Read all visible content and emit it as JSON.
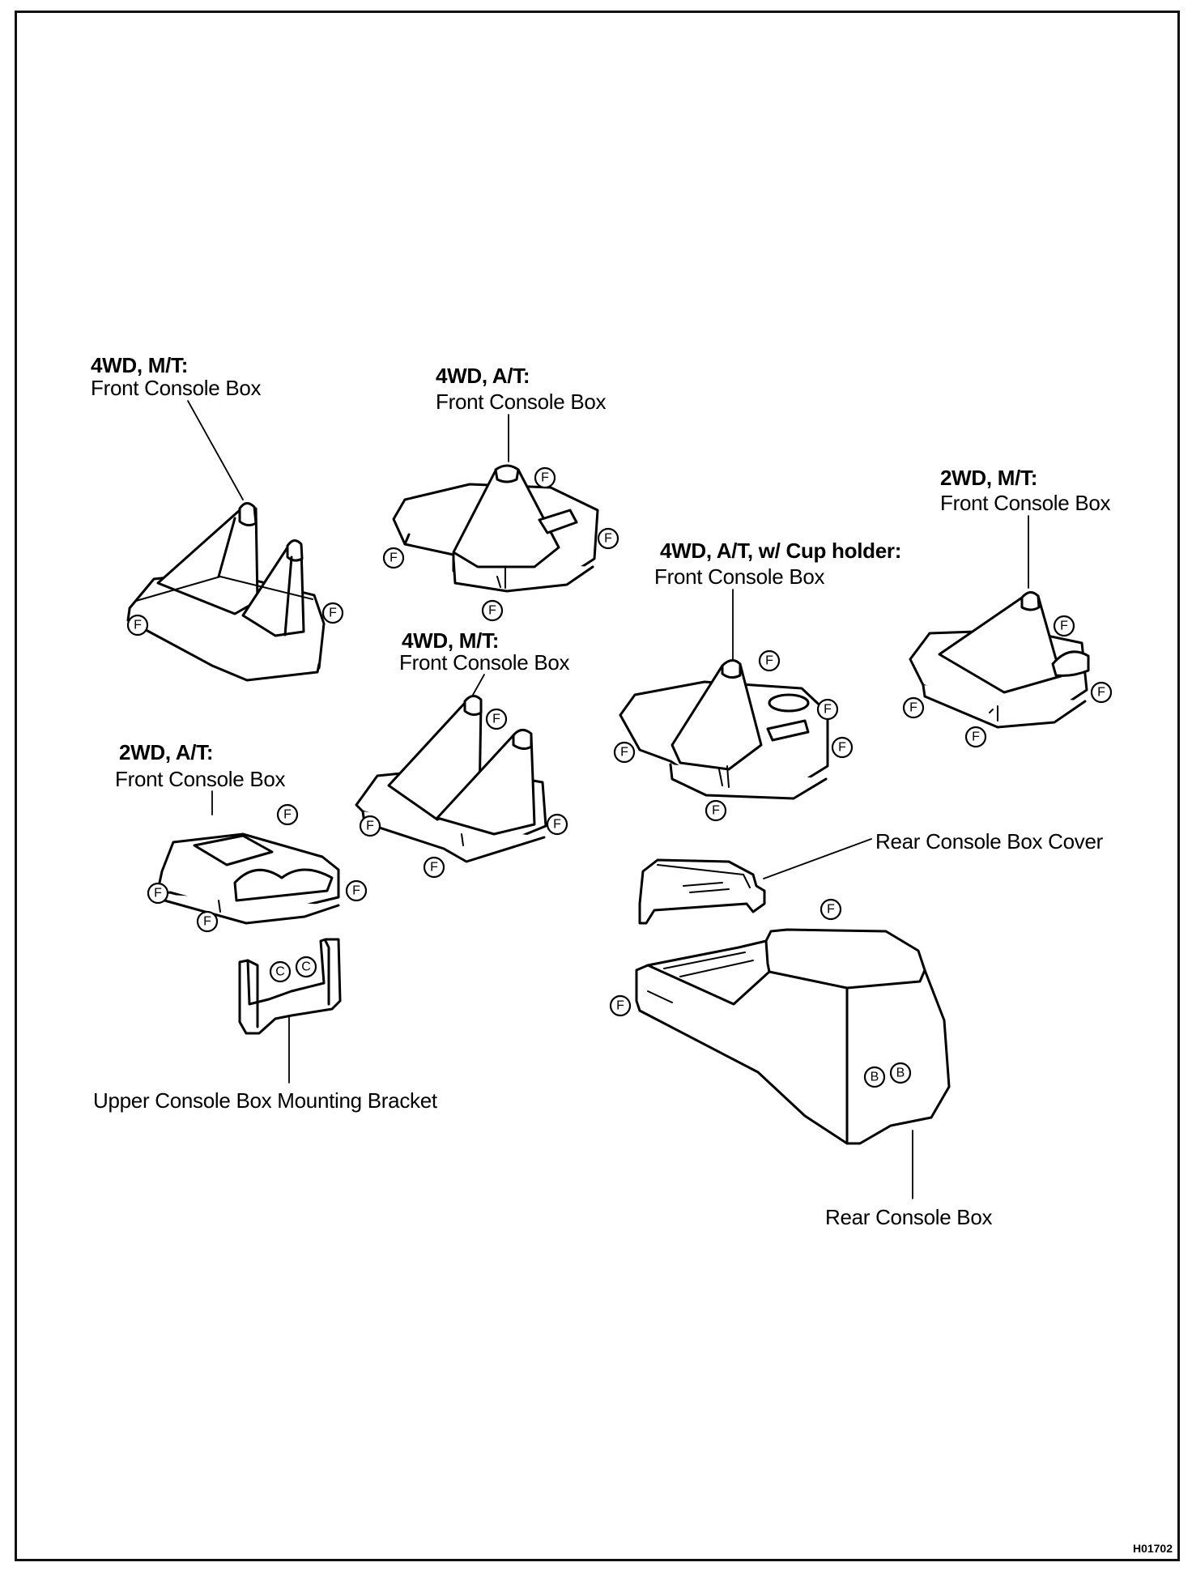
{
  "labels": {
    "l1_variant": "4WD, M/T:",
    "l1_name": "Front Console Box",
    "l2_variant": "4WD, A/T:",
    "l2_name": "Front Console Box",
    "l3_variant": "2WD, M/T:",
    "l3_name": "Front Console Box",
    "l4_variant": "4WD, A/T, w/ Cup holder:",
    "l4_name": "Front Console Box",
    "l5_variant": "4WD, M/T:",
    "l5_name": "Front Console Box",
    "l6_variant": "2WD, A/T:",
    "l6_name": "Front Console Box",
    "rear_cover": "Rear Console Box Cover",
    "bracket": "Upper Console Box Mounting Bracket",
    "rear_box": "Rear Console Box"
  },
  "markers": {
    "f": "F",
    "c": "C",
    "b": "B"
  },
  "figure_code": "H01702"
}
